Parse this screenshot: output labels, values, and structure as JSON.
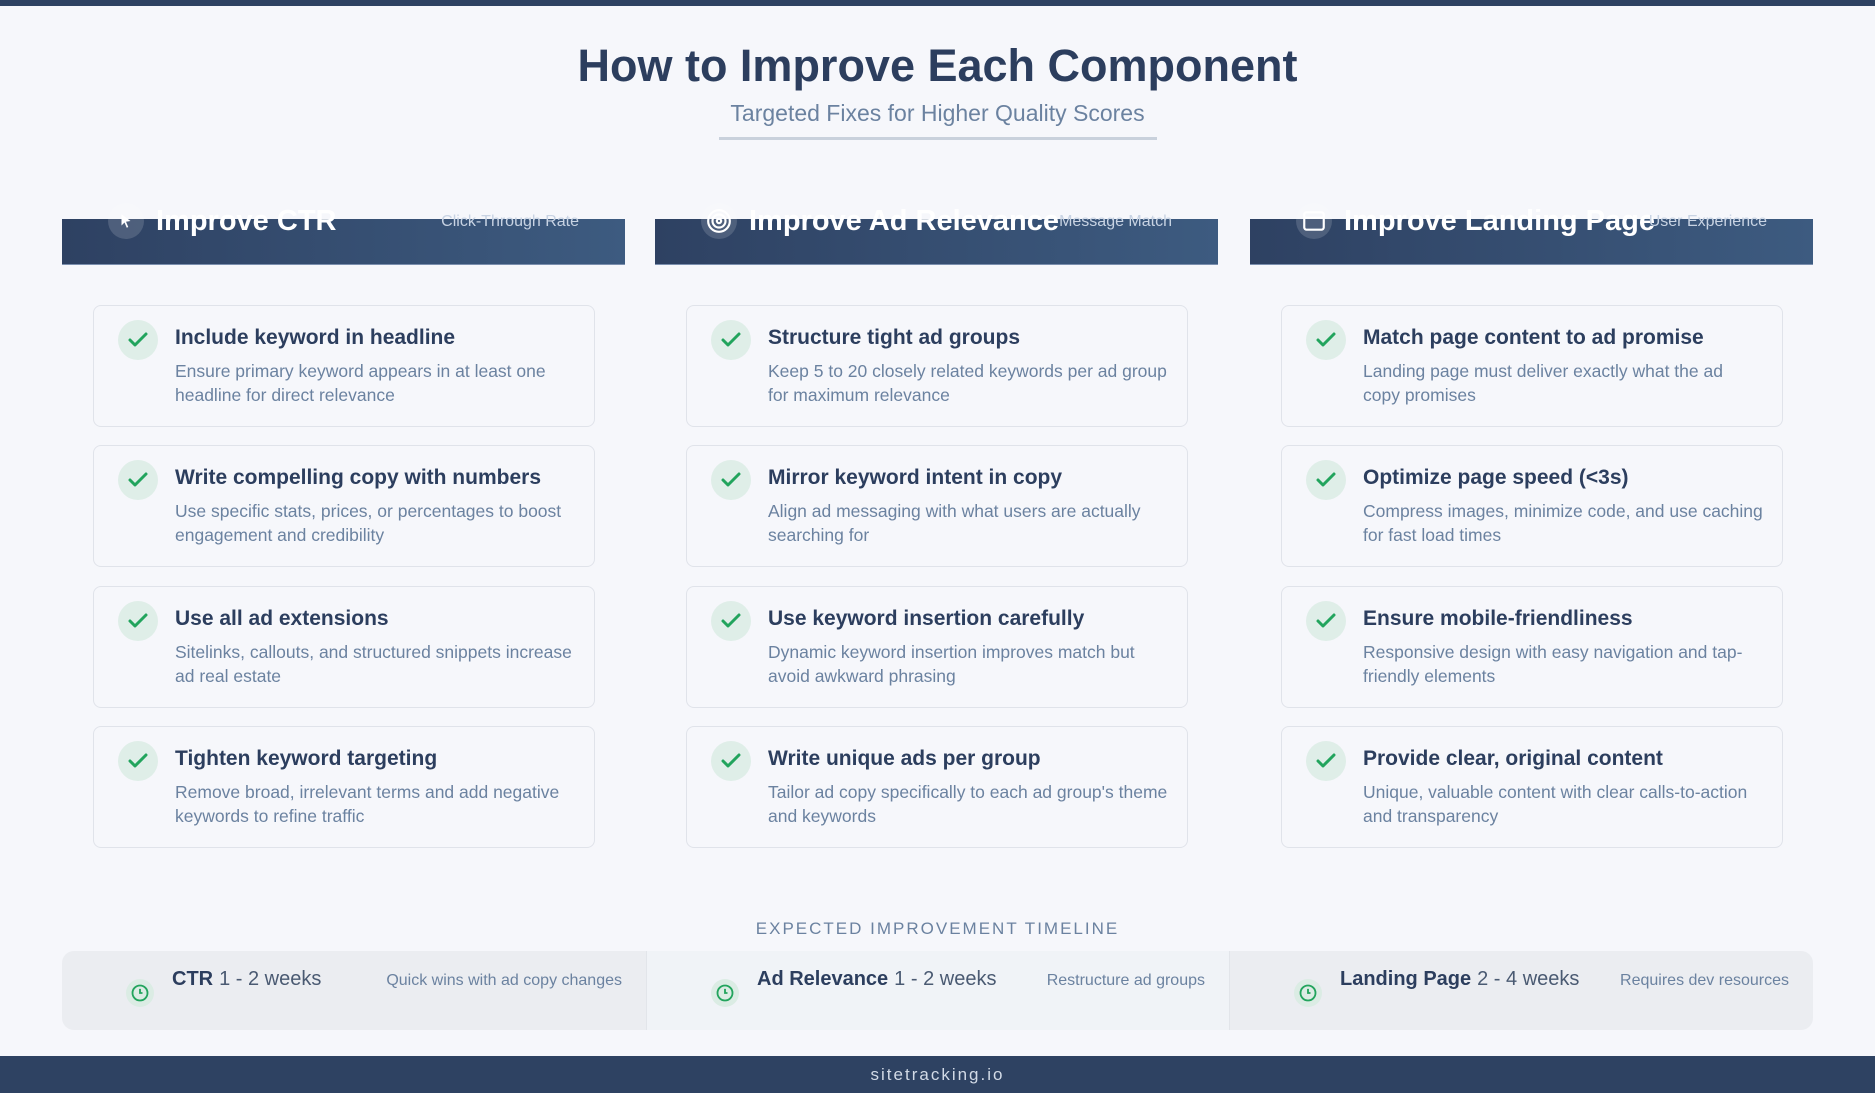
{
  "header": {
    "title": "How to Improve Each Component",
    "subtitle": "Targeted Fixes for Higher Quality Scores"
  },
  "colors": {
    "primary": "#2e4262",
    "check": "#22a45d",
    "muted": "#6b82a0"
  },
  "columns": [
    {
      "icon": "cursor-icon",
      "title": "Improve CTR",
      "subtitle": "Click-Through Rate",
      "items": [
        {
          "title": "Include keyword in headline",
          "desc": "Ensure primary keyword appears in at least one headline for direct relevance"
        },
        {
          "title": "Write compelling copy with numbers",
          "desc": "Use specific stats, prices, or percentages to boost engagement and credibility"
        },
        {
          "title": "Use all ad extensions",
          "desc": "Sitelinks, callouts, and structured snippets increase ad real estate"
        },
        {
          "title": "Tighten keyword targeting",
          "desc": "Remove broad, irrelevant terms and add negative keywords to refine traffic"
        }
      ]
    },
    {
      "icon": "target-icon",
      "title": "Improve Ad Relevance",
      "subtitle": "Message Match",
      "items": [
        {
          "title": "Structure tight ad groups",
          "desc": "Keep 5 to 20 closely related keywords per ad group for maximum relevance"
        },
        {
          "title": "Mirror keyword intent in copy",
          "desc": "Align ad messaging with what users are actually searching for"
        },
        {
          "title": "Use keyword insertion carefully",
          "desc": "Dynamic keyword insertion improves match but avoid awkward phrasing"
        },
        {
          "title": "Write unique ads per group",
          "desc": "Tailor ad copy specifically to each ad group's theme and keywords"
        }
      ]
    },
    {
      "icon": "browser-window-icon",
      "title": "Improve Landing Page",
      "subtitle": "User Experience",
      "items": [
        {
          "title": "Match page content to ad promise",
          "desc": "Landing page must deliver exactly what the ad copy promises"
        },
        {
          "title": "Optimize page speed (<3s)",
          "desc": "Compress images, minimize code, and use caching for fast load times"
        },
        {
          "title": "Ensure mobile-friendliness",
          "desc": "Responsive design with easy navigation and tap-friendly elements"
        },
        {
          "title": "Provide clear, original content",
          "desc": "Unique, valuable content with clear calls-to-action and transparency"
        }
      ]
    }
  ],
  "timeline": {
    "label": "EXPECTED IMPROVEMENT TIMELINE",
    "items": [
      {
        "name": "CTR",
        "duration": "1 - 2 weeks",
        "note": "Quick wins with ad copy changes"
      },
      {
        "name": "Ad Relevance",
        "duration": "1 - 2 weeks",
        "note": "Restructure ad groups"
      },
      {
        "name": "Landing Page",
        "duration": "2 - 4 weeks",
        "note": "Requires dev resources"
      }
    ]
  },
  "footer": {
    "text": "sitetracking.io"
  }
}
